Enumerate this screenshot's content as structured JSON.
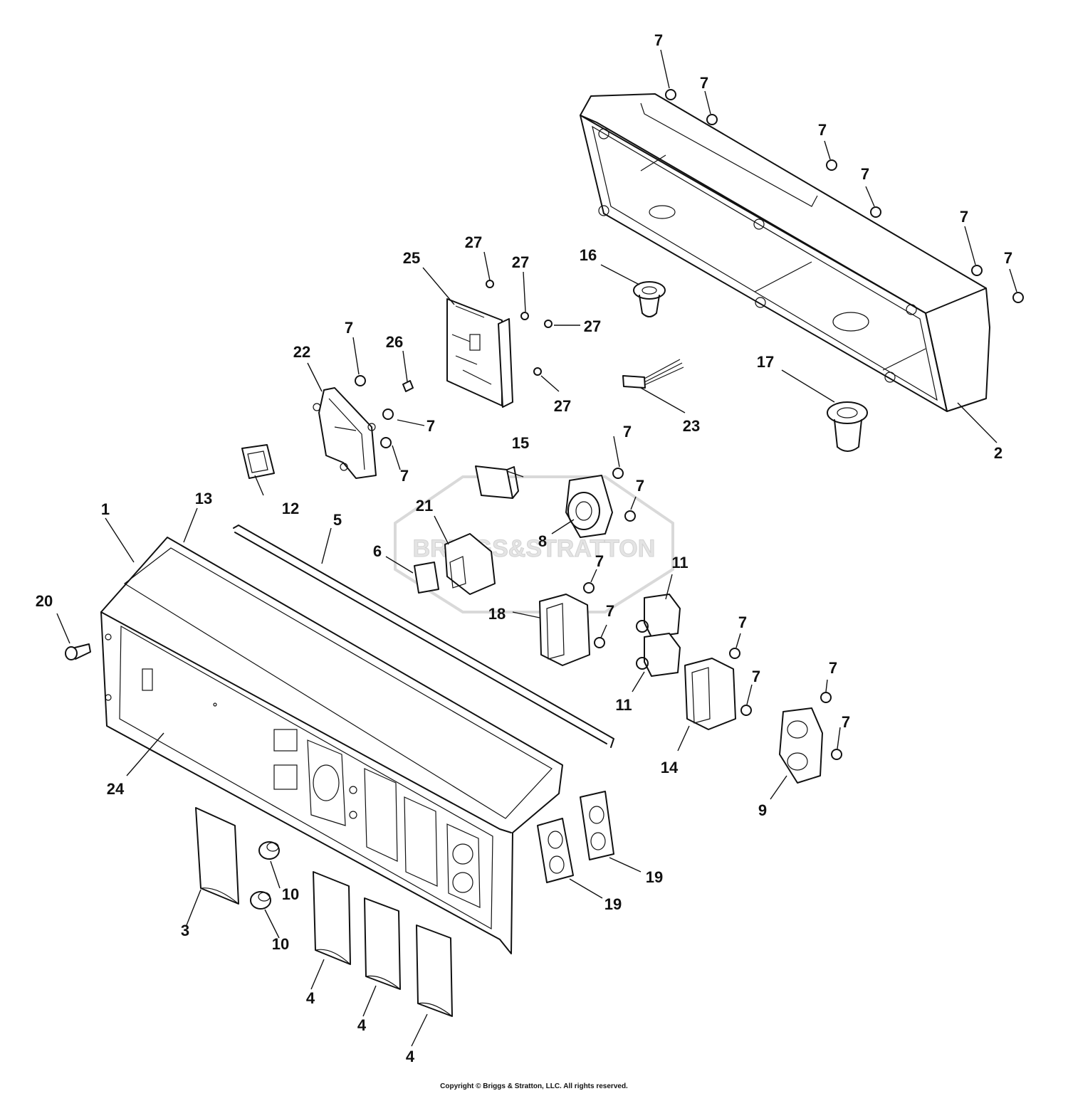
{
  "watermark": "BRIGGS&STRATTON",
  "copyright": "Copyright © Briggs & Stratton, LLC. All rights reserved.",
  "callouts": [
    "1",
    "2",
    "3",
    "4",
    "5",
    "6",
    "7",
    "8",
    "9",
    "10",
    "11",
    "12",
    "13",
    "14",
    "15",
    "16",
    "17",
    "18",
    "19",
    "20",
    "21",
    "22",
    "23",
    "24",
    "25",
    "26",
    "27"
  ]
}
